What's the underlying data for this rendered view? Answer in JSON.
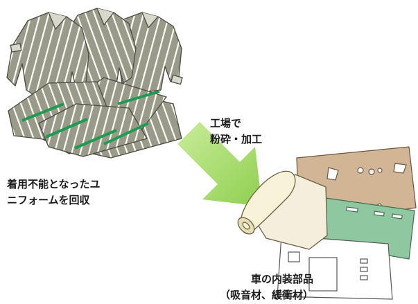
{
  "collect_label": {
    "line1": "着用不能となったユ",
    "line2": "ニフォームを回収"
  },
  "process_label": {
    "line1": "工場で",
    "line2": "粉砕・加工"
  },
  "product_label": {
    "line1": "車の内装部品",
    "line2": "（吸音材、緩衝材）"
  },
  "colors": {
    "uniform_gray": "#9a9a88",
    "uniform_stripe": "#ffffff",
    "pants_green_stripe": "#1f9a52",
    "arrow_green": "#9bd45d",
    "cardboard": "#d2b594",
    "green_panel": "#8fc7a0",
    "roll": "#f4efdc",
    "outline": "#4a4a40"
  },
  "icons": {
    "uniform_shirts": "uniform-shirts-icon",
    "uniform_pants": "uniform-pants-icon",
    "process_arrow": "process-arrow-icon",
    "felt_roll": "felt-roll-icon",
    "cardboard_part": "cardboard-part-icon",
    "green_panel": "green-panel-icon",
    "white_sheet": "white-sheet-icon"
  }
}
